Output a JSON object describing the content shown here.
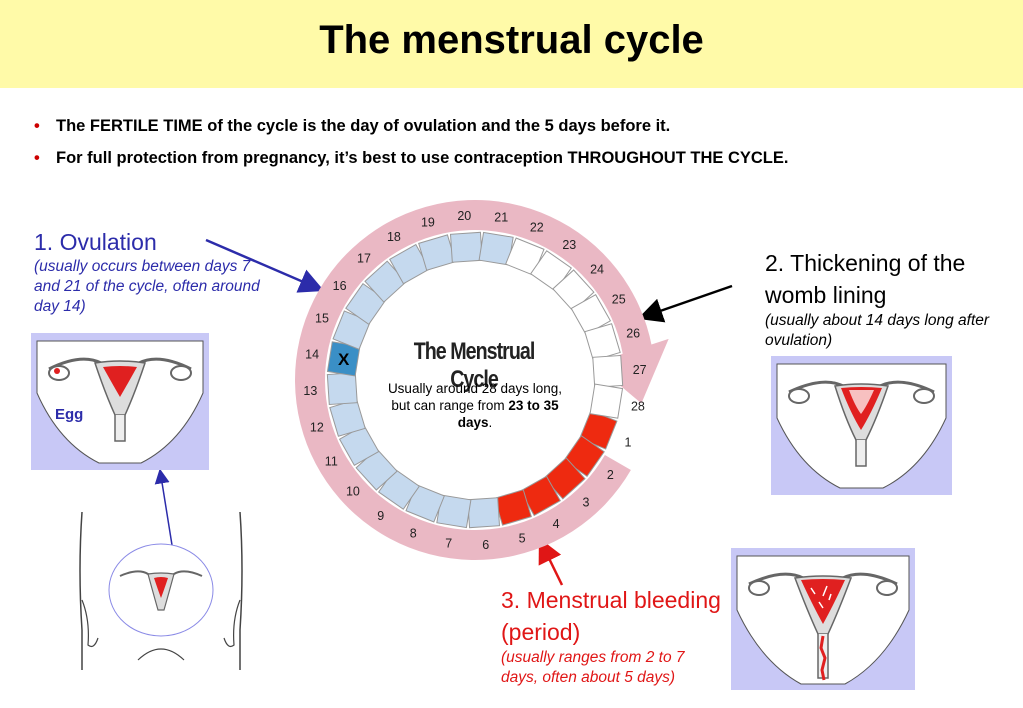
{
  "title": "The menstrual cycle",
  "bullets": [
    "The FERTILE TIME of the cycle is the day of ovulation and the 5 days before it.",
    "For full protection from pregnancy, it’s best to use contraception THROUGHOUT THE CYCLE."
  ],
  "ovulation": {
    "heading": "1. Ovulation",
    "note": "(usually occurs between days 7 and 21 of the cycle, often around day 14)",
    "egg_label": "Egg"
  },
  "thickening": {
    "heading": "2. Thickening of the womb lining",
    "note": "(usually about 14 days long after ovulation)"
  },
  "bleeding": {
    "heading": "3. Menstrual bleeding (period)",
    "note": "(usually ranges from 2 to 7 days, often about 5 days)"
  },
  "cycle_diagram": {
    "title": "The Menstrual Cycle",
    "center_text_prefix": "Usually around 28 days long, but can range from ",
    "center_text_bold": "23 to 35 days",
    "center_text_suffix": ".",
    "ovulation_mark": "X",
    "days": [
      "1",
      "2",
      "3",
      "4",
      "5",
      "6",
      "7",
      "8",
      "9",
      "10",
      "11",
      "12",
      "13",
      "14",
      "15",
      "16",
      "17",
      "18",
      "19",
      "20",
      "21",
      "22",
      "23",
      "24",
      "25",
      "26",
      "27",
      "28"
    ],
    "period_days": [
      1,
      2,
      3,
      4,
      5
    ],
    "ovulation_day": 14,
    "colors": {
      "period": "#ee2a10",
      "fertile": "#c5d9ee",
      "ovulation": "#3a8fc6",
      "luteal": "#ffffff",
      "ring": "#eab8c4",
      "day_number": "#222222"
    }
  },
  "colors": {
    "title_bar": "#fffaa8",
    "bullet_dot": "#cc0000",
    "ovulation_text": "#2c2caa",
    "bleeding_text": "#e01616",
    "panel_bg": "#c8c8f6"
  }
}
